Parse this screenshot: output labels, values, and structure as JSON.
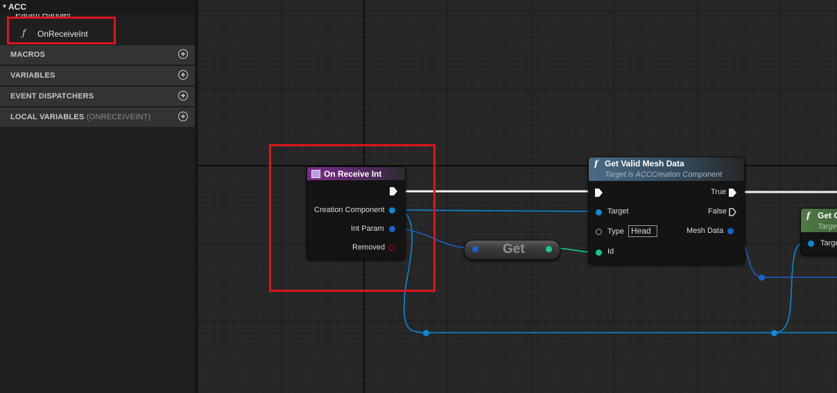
{
  "left_panel": {
    "tree_header": "ACC",
    "sub_category": "Param Handler",
    "function_item": "OnReceiveInt",
    "function_icon": "function-icon",
    "sections": [
      {
        "title": "MACROS",
        "sub": ""
      },
      {
        "title": "VARIABLES",
        "sub": ""
      },
      {
        "title": "EVENT DISPATCHERS",
        "sub": ""
      },
      {
        "title": "LOCAL VARIABLES",
        "sub": "(ONRECEIVEINT)"
      }
    ],
    "add_icon": "plus-circle-icon"
  },
  "graph": {
    "on_receive_node": {
      "title": "On Receive Int",
      "pins": [
        "Creation Component",
        "Int Param",
        "Removed"
      ]
    },
    "get_node": {
      "label": "Get"
    },
    "get_valid_mesh_node": {
      "icon": "f",
      "title": "Get Valid Mesh Data",
      "subtitle": "Target is ACCCreation Component",
      "target_label": "Target",
      "type_label": "Type",
      "type_value": "Head",
      "id_label": "Id",
      "true_label": "True",
      "false_label": "False",
      "mesh_data_label": "Mesh Data"
    },
    "partial_node": {
      "icon": "f",
      "title": "Get O",
      "subtitle": "Targe",
      "target_label": "Targe"
    }
  },
  "colors": {
    "highlight_red": "#e0141e",
    "wire_blue": "#0b8ad6",
    "pin_teal": "#18c996",
    "pin_purple": "#b9a0e0",
    "removed_red": "#b01010",
    "event_header": "#7b2b8c",
    "function_header": "#4a6b85",
    "partial_header": "#4f7a45"
  }
}
